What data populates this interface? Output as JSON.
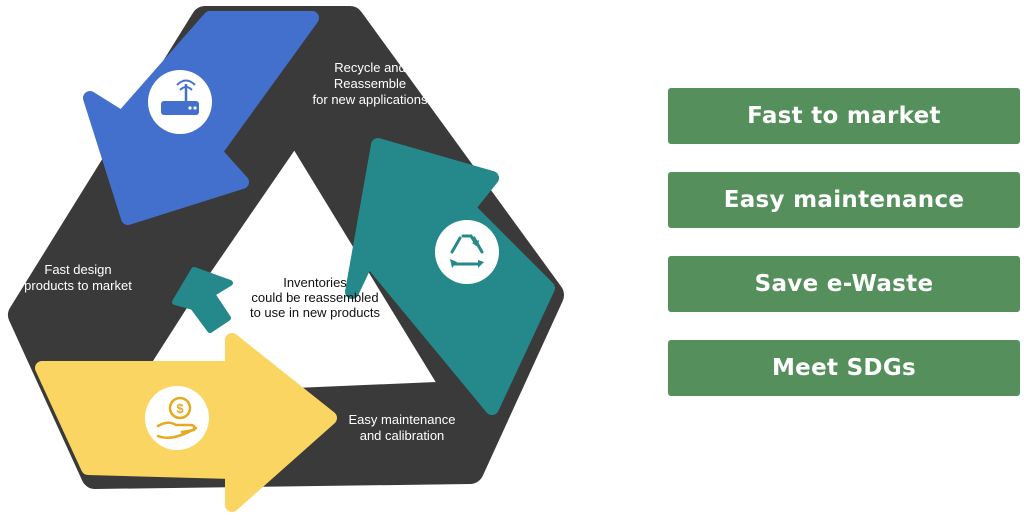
{
  "cycle": {
    "steps": [
      {
        "label_lines": [
          "Recycle and",
          "Reassemble",
          "for new applications"
        ],
        "icon": "recycle-icon",
        "color": "#25888a"
      },
      {
        "label_lines": [
          "Easy maintenance",
          "and calibration"
        ],
        "icon": "dollar-hand-icon",
        "color": "#fbd561"
      },
      {
        "label_lines": [
          "Fast design",
          "products to market"
        ],
        "icon": "router-icon",
        "color": "#4470cd"
      }
    ],
    "center_label_lines": [
      "Inventories",
      "could be reassembled",
      "to use in new products"
    ],
    "band_color": "#3a3a3a",
    "center_arrow_color": "#25888a"
  },
  "benefits": [
    {
      "label": "Fast to market"
    },
    {
      "label": "Easy maintenance"
    },
    {
      "label": "Save e-Waste"
    },
    {
      "label": "Meet SDGs"
    }
  ],
  "colors": {
    "benefit_bg": "#55905c",
    "benefit_text": "#ffffff"
  }
}
